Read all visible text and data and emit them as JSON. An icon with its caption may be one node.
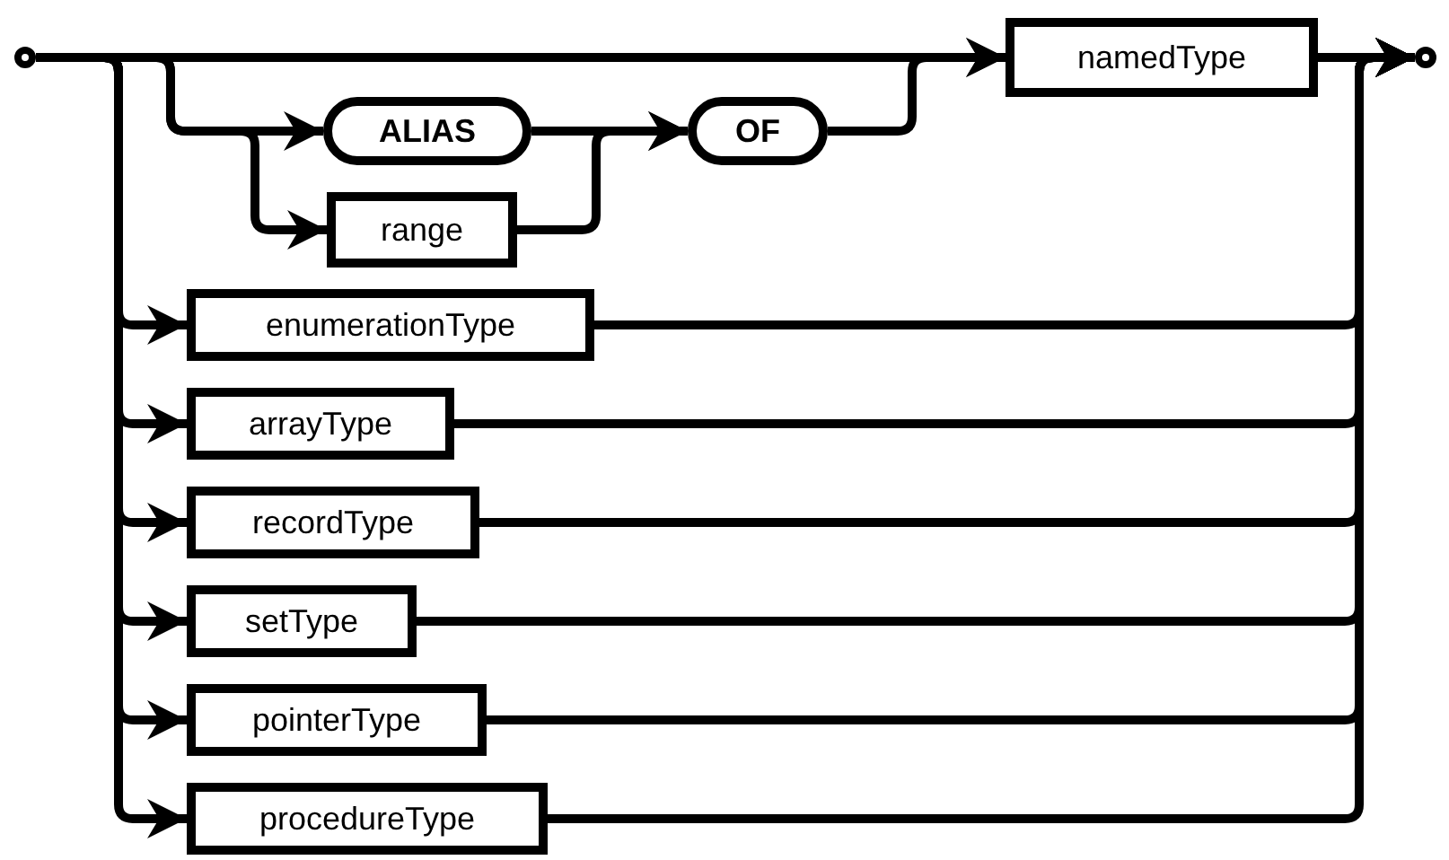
{
  "diagram": {
    "nodes": [
      {
        "text": [],
        "shape": "circle"
      },
      {
        "text": [
          "namedType"
        ]
      },
      {
        "text": [
          "ALIAS"
        ]
      },
      {
        "text": [
          "OF"
        ]
      },
      {
        "text": [
          "range"
        ]
      },
      {
        "text": [
          "enumerationType"
        ]
      },
      {
        "text": [
          "arrayType"
        ]
      },
      {
        "text": [
          "recordType"
        ]
      },
      {
        "text": [
          "setType"
        ]
      },
      {
        "text": [
          "pointerType"
        ]
      },
      {
        "text": [
          "procedureType"
        ]
      },
      {
        "text": [],
        "shape": "circle"
      }
    ],
    "edges": [
      {
        "from": 0,
        "to": 1,
        "arrow": "to"
      },
      {
        "from": 0,
        "to": 2,
        "arrow": "to"
      },
      {
        "from": 0,
        "to": 4,
        "arrow": "to"
      },
      {
        "from": 2,
        "to": 3,
        "arrow": "to"
      },
      {
        "from": 4,
        "to": 3,
        "arrow": "to"
      },
      {
        "from": 3,
        "to": 1,
        "arrow": "to"
      },
      {
        "from": 1,
        "to": 11,
        "arrow": "to"
      },
      {
        "from": 0,
        "to": 5,
        "arrow": "to"
      },
      {
        "from": 0,
        "to": 6,
        "arrow": "to"
      },
      {
        "from": 0,
        "to": 7,
        "arrow": "to"
      },
      {
        "from": 0,
        "to": 8,
        "arrow": "to"
      },
      {
        "from": 0,
        "to": 9,
        "arrow": "to"
      },
      {
        "from": 0,
        "to": 10,
        "arrow": "to"
      },
      {
        "from": 5,
        "to": 11,
        "arrow": "to"
      },
      {
        "from": 6,
        "to": 11,
        "arrow": "to"
      },
      {
        "from": 7,
        "to": 11,
        "arrow": "to"
      },
      {
        "from": 8,
        "to": 11,
        "arrow": "to"
      },
      {
        "from": 9,
        "to": 11,
        "arrow": "to"
      },
      {
        "from": 10,
        "to": 11,
        "arrow": "to"
      }
    ]
  }
}
